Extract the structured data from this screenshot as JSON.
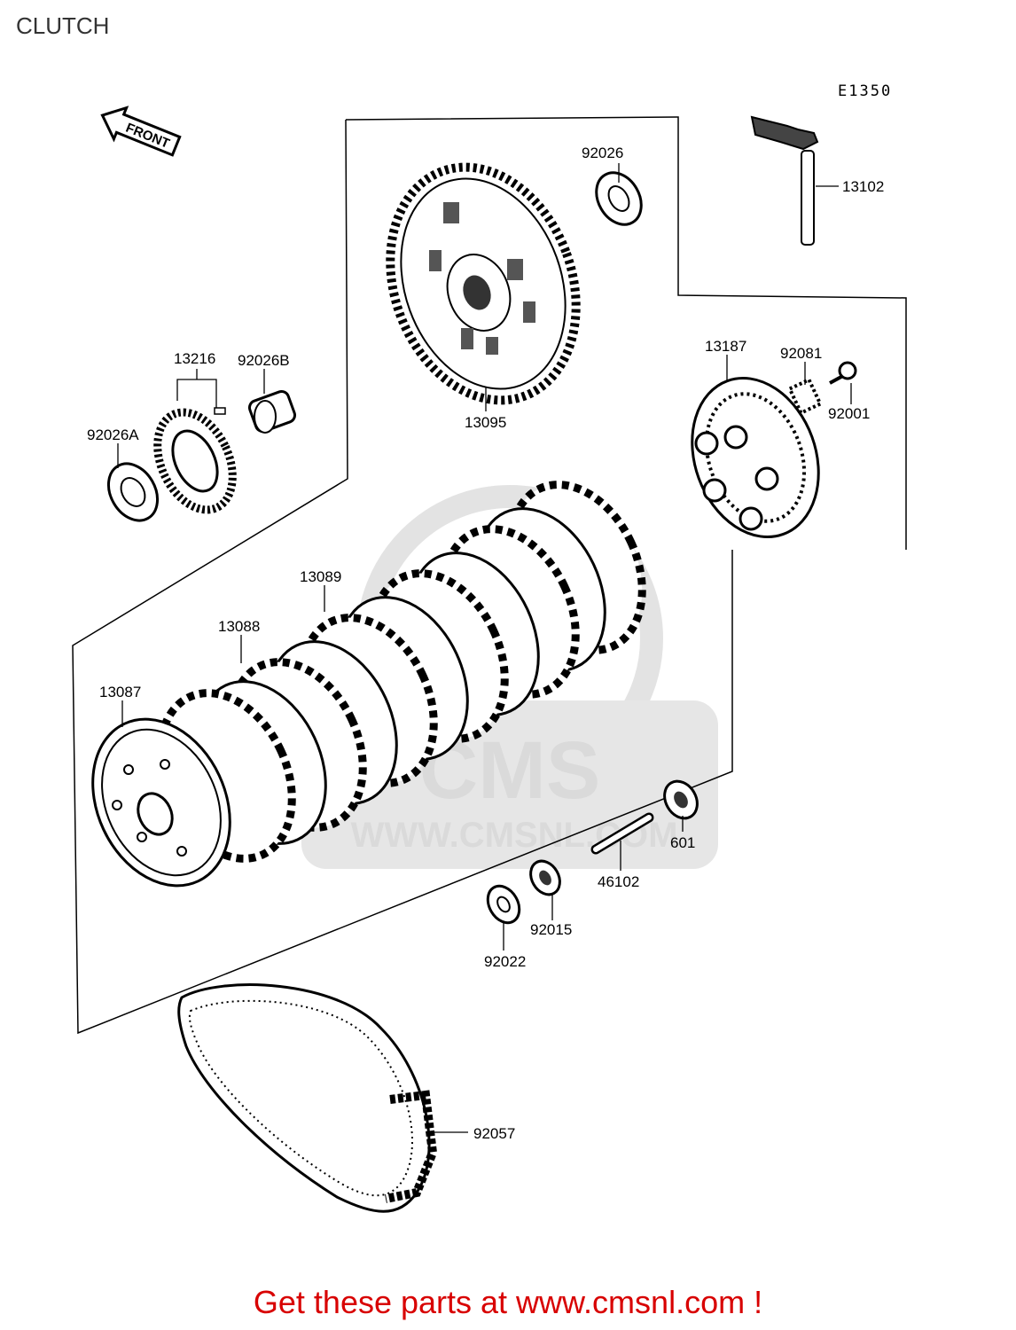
{
  "page": {
    "title": "CLUTCH",
    "diagram_code": "E1350",
    "front_label": "FRONT",
    "watermark": {
      "brand": "CMS",
      "url": "WWW.CMSNL.COM"
    },
    "footer_cta": "Get these parts at www.cmsnl.com !"
  },
  "parts": [
    {
      "number": "92026"
    },
    {
      "number": "13102"
    },
    {
      "number": "13095"
    },
    {
      "number": "13187"
    },
    {
      "number": "92081"
    },
    {
      "number": "92001"
    },
    {
      "number": "13216"
    },
    {
      "number": "92026B"
    },
    {
      "number": "92026A"
    },
    {
      "number": "13089"
    },
    {
      "number": "13088"
    },
    {
      "number": "13087"
    },
    {
      "number": "601"
    },
    {
      "number": "46102"
    },
    {
      "number": "92015"
    },
    {
      "number": "92022"
    },
    {
      "number": "92057"
    }
  ]
}
